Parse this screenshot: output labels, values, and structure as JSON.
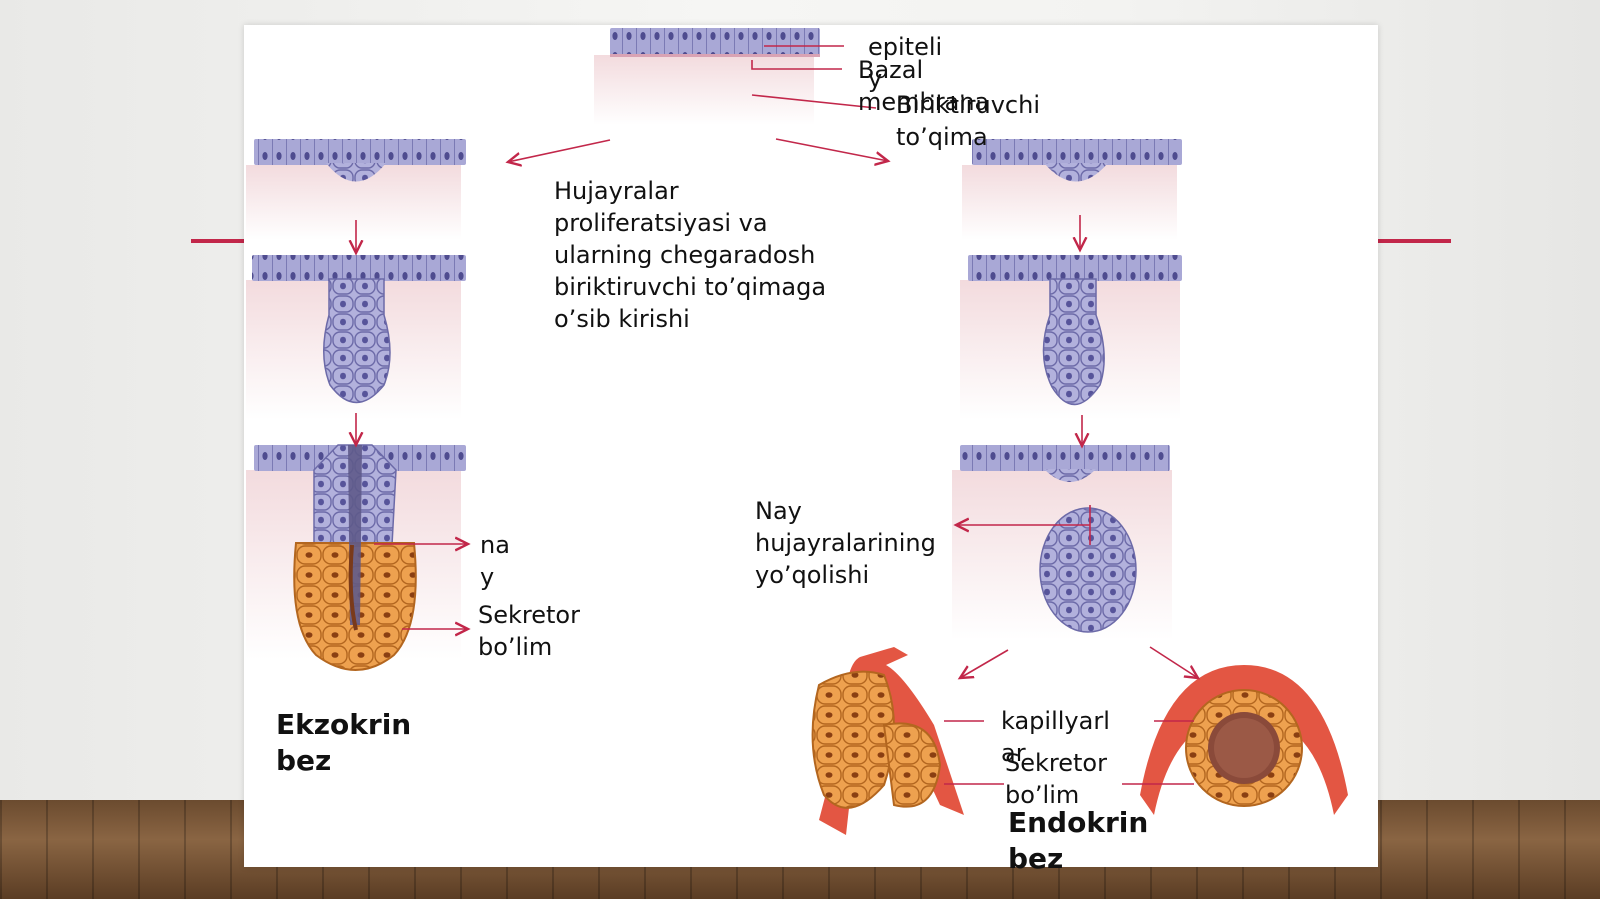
{
  "labels": {
    "epithelium": "epiteli\ny",
    "basal_membrane": "Bazal\nmembrana",
    "connective_tissue": "Biriktiruvchi\nto’qima",
    "proliferation": "Hujayralar\nproliferatsiyasi va\nularning chegaradosh\nbiriktiruvchi to’qimaga\no’sib kirishi",
    "duct": "na\ny",
    "secretory_left": "Sekretor\nbo’lim",
    "exocrine": "Ekzokrin\nbez",
    "duct_loss": "Nay\nhujayralarining\nyo’qolishi",
    "capillaries": "kapillyarl\nar",
    "secretory_right": "Sekretor\nbo’lim",
    "endocrine": "Endokrin\nbez"
  },
  "colors": {
    "accent": "#c2274a",
    "epithelium": "#a9a8d6",
    "connective": "#f2d9dc",
    "secretory": "#eea14f",
    "vessel": "#e0442f"
  }
}
